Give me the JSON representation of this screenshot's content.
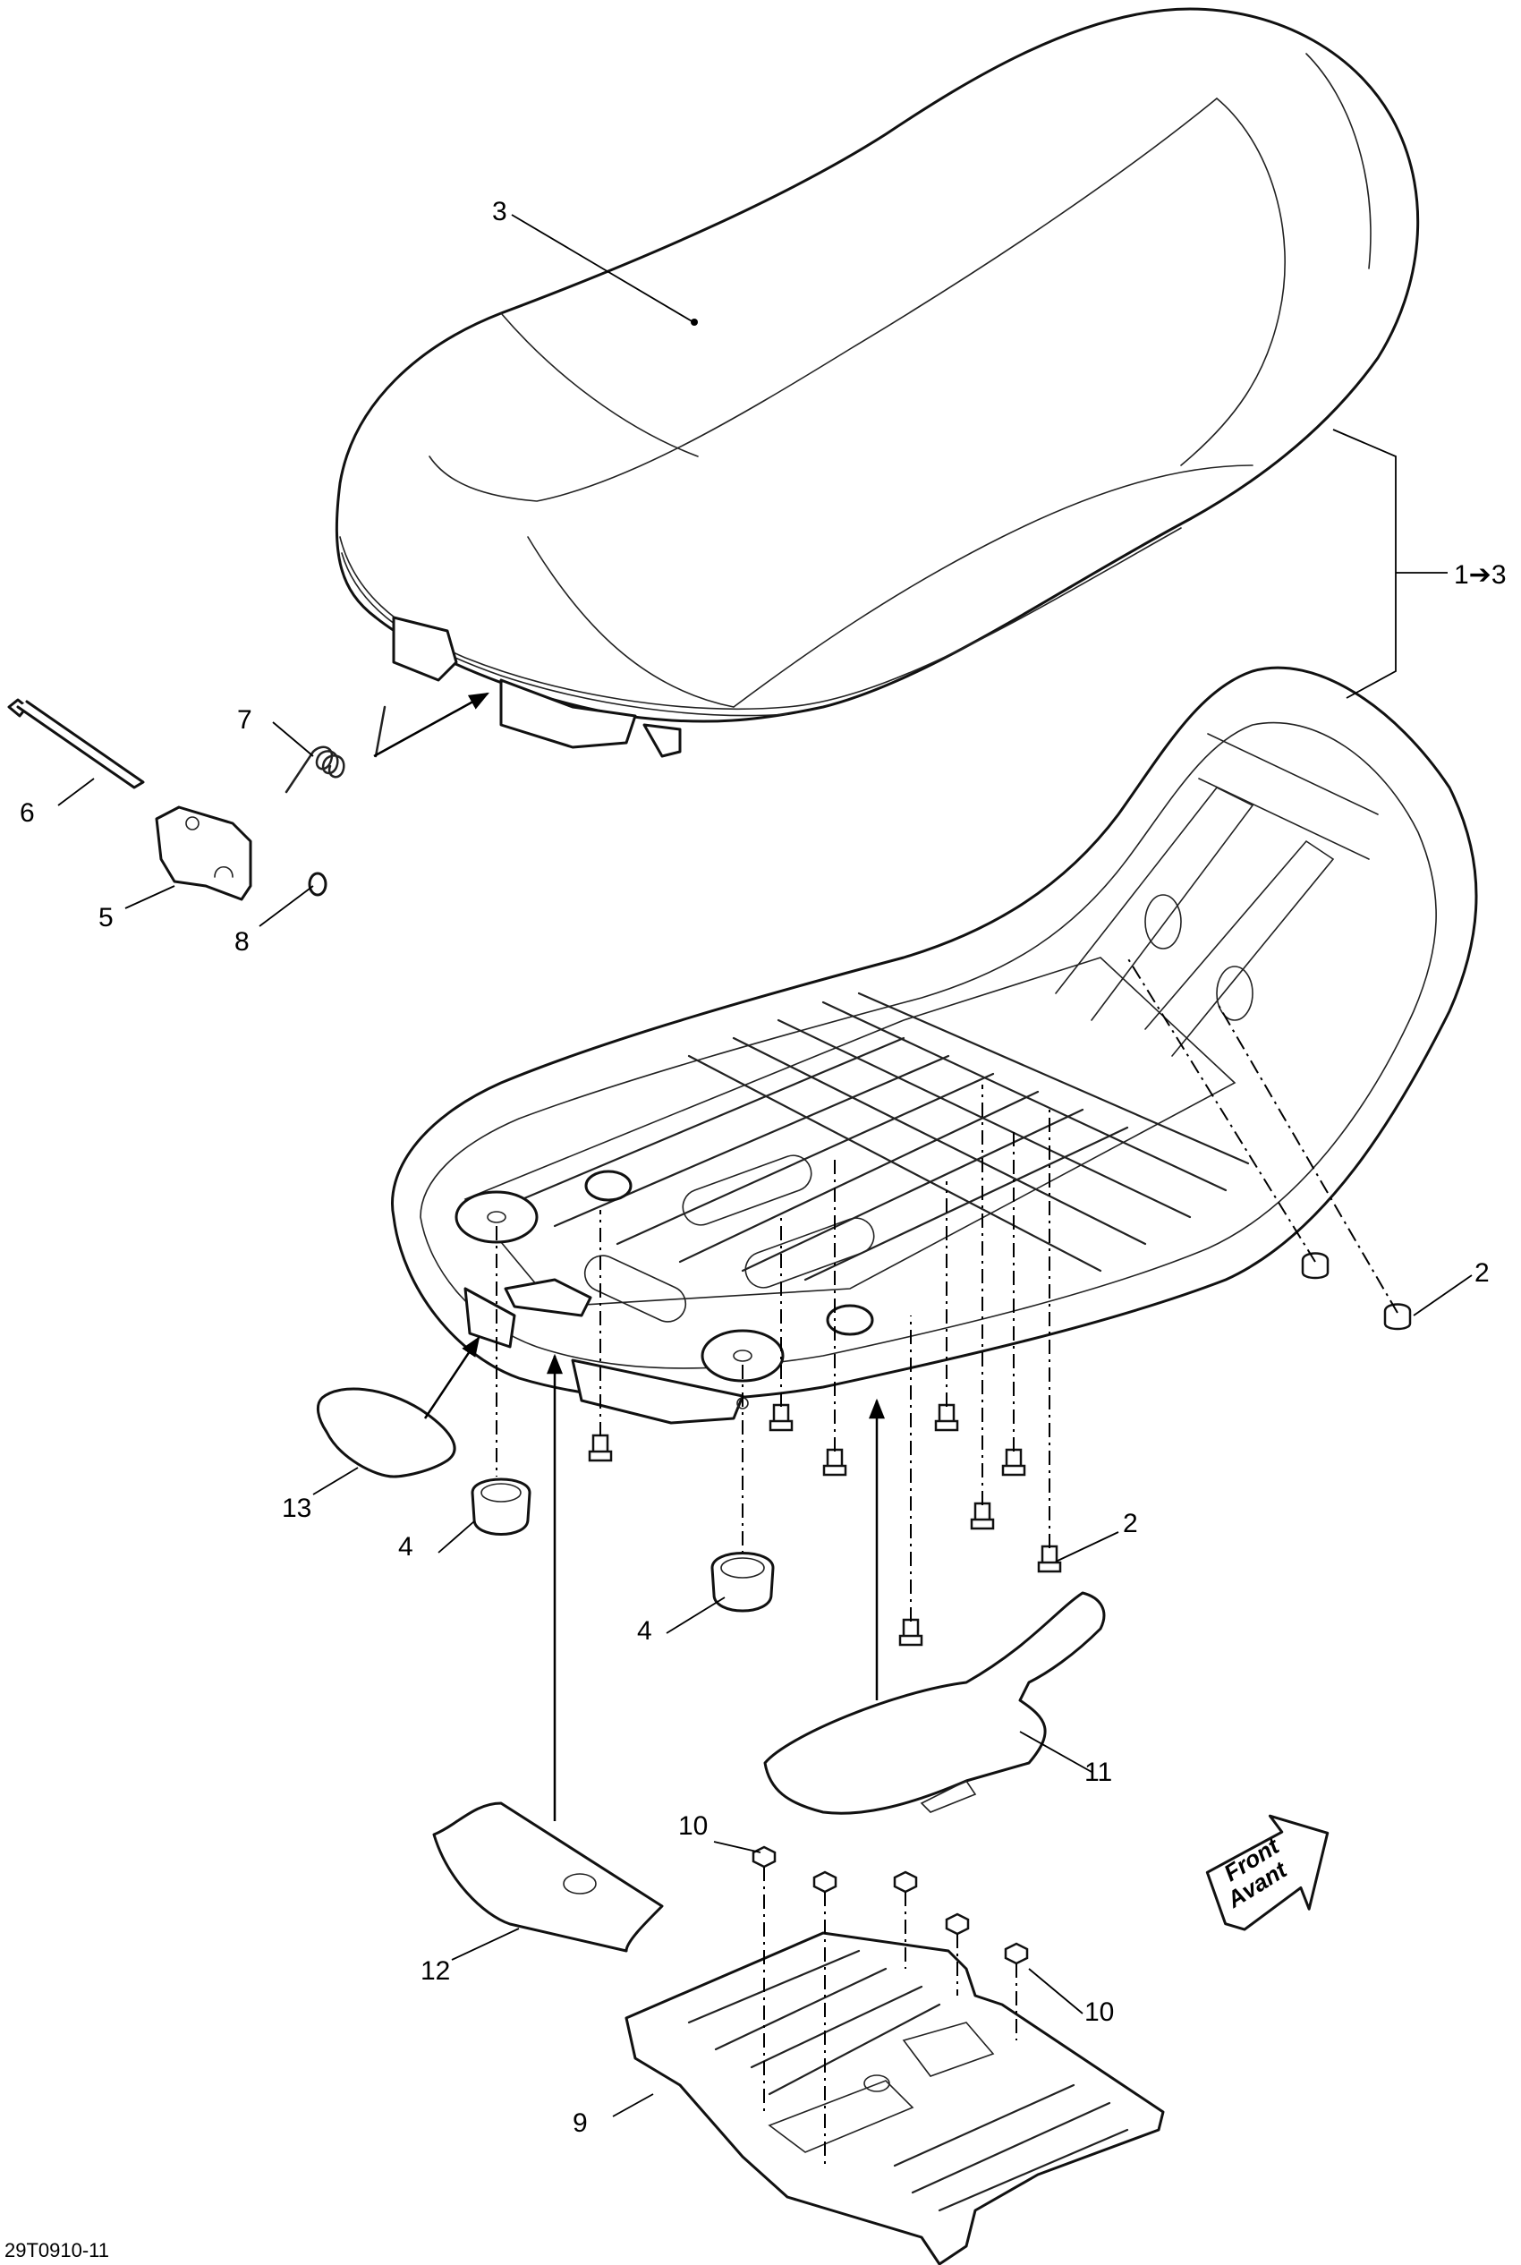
{
  "callouts": {
    "c1_3": "1➔3",
    "c2a": "2",
    "c2b": "2",
    "c3": "3",
    "c4a": "4",
    "c4b": "4",
    "c5": "5",
    "c6": "6",
    "c7": "7",
    "c8": "8",
    "c9": "9",
    "c10a": "10",
    "c10b": "10",
    "c11": "11",
    "c12": "12",
    "c13": "13"
  },
  "front_arrow": {
    "line1": "Front",
    "line2": "Avant"
  },
  "figure_reference": "29T0910-11"
}
